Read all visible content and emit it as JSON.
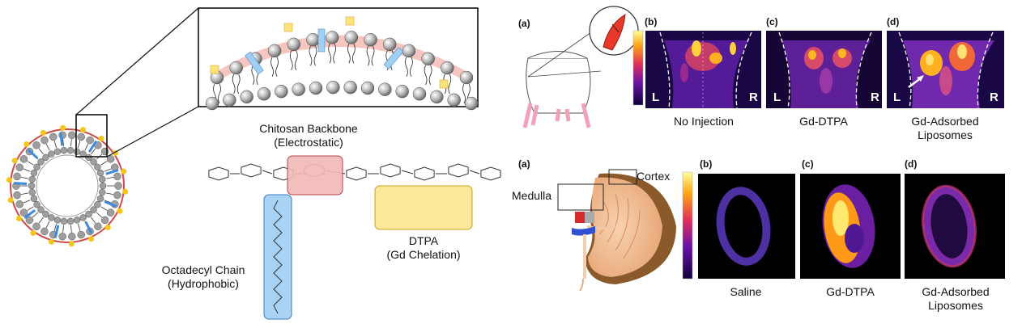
{
  "left_figure": {
    "chitosan_title": "Chitosan Backbone",
    "chitosan_sub": "(Electrostatic)",
    "dtpa_title": "DTPA",
    "dtpa_sub": "(Gd Chelation)",
    "octadecyl_title": "Octadecyl Chain",
    "octadecyl_sub": "(Hydrophobic)"
  },
  "top_right": {
    "panel_a": "(a)",
    "panel_b": "(b)",
    "panel_c": "(c)",
    "panel_d": "(d)",
    "letter_L": "L",
    "letter_R": "R",
    "caption_b": "No Injection",
    "caption_c": "Gd-DTPA",
    "caption_d_line1": "Gd-Adsorbed",
    "caption_d_line2": "Liposomes"
  },
  "bottom_right": {
    "panel_a": "(a)",
    "panel_b": "(b)",
    "panel_c": "(c)",
    "panel_d": "(d)",
    "cortex": "Cortex",
    "medulla": "Medulla",
    "caption_b": "Saline",
    "caption_c": "Gd-DTPA",
    "caption_d_line1": "Gd-Adsorbed",
    "caption_d_line2": "Liposomes"
  },
  "colors": {
    "lipid_head": "#9e9e9e",
    "membrane_pink": "#f4b6b0",
    "chitosan_box": "#f2b8b8",
    "dtpa_box": "#fbe89a",
    "octadecyl_box": "#a9d3f5",
    "yellow_marker": "#f5c518",
    "blue_marker": "#3d8be0"
  }
}
